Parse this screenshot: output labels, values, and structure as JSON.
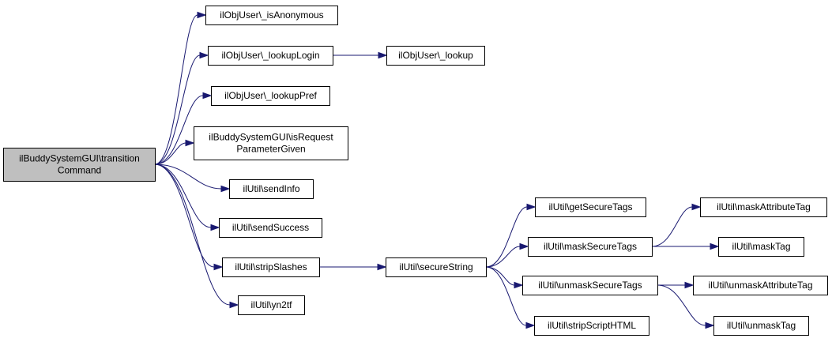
{
  "graph": {
    "edge_color": "#191970",
    "root_fill": "#bfbfbf",
    "nodes": [
      {
        "id": "root",
        "lines": [
          "ilBuddySystemGUI\\transition",
          "Command"
        ],
        "root": true
      },
      {
        "id": "isAnonymous",
        "lines": [
          "ilObjUser\\_isAnonymous"
        ]
      },
      {
        "id": "lookupLogin",
        "lines": [
          "ilObjUser\\_lookupLogin"
        ]
      },
      {
        "id": "lookup",
        "lines": [
          "ilObjUser\\_lookup"
        ]
      },
      {
        "id": "lookupPref",
        "lines": [
          "ilObjUser\\_lookupPref"
        ]
      },
      {
        "id": "isRequestParameterGiven",
        "lines": [
          "ilBuddySystemGUI\\isRequest",
          "ParameterGiven"
        ]
      },
      {
        "id": "sendInfo",
        "lines": [
          "ilUtil\\sendInfo"
        ]
      },
      {
        "id": "sendSuccess",
        "lines": [
          "ilUtil\\sendSuccess"
        ]
      },
      {
        "id": "stripSlashes",
        "lines": [
          "ilUtil\\stripSlashes"
        ]
      },
      {
        "id": "yn2tf",
        "lines": [
          "ilUtil\\yn2tf"
        ]
      },
      {
        "id": "secureString",
        "lines": [
          "ilUtil\\secureString"
        ]
      },
      {
        "id": "getSecureTags",
        "lines": [
          "ilUtil\\getSecureTags"
        ]
      },
      {
        "id": "maskSecureTags",
        "lines": [
          "ilUtil\\maskSecureTags"
        ]
      },
      {
        "id": "unmaskSecureTags",
        "lines": [
          "ilUtil\\unmaskSecureTags"
        ]
      },
      {
        "id": "stripScriptHTML",
        "lines": [
          "ilUtil\\stripScriptHTML"
        ]
      },
      {
        "id": "maskAttributeTag",
        "lines": [
          "ilUtil\\maskAttributeTag"
        ]
      },
      {
        "id": "maskTag",
        "lines": [
          "ilUtil\\maskTag"
        ]
      },
      {
        "id": "unmaskAttributeTag",
        "lines": [
          "ilUtil\\unmaskAttributeTag"
        ]
      },
      {
        "id": "unmaskTag",
        "lines": [
          "ilUtil\\unmaskTag"
        ]
      }
    ],
    "edges": [
      {
        "from": "root",
        "to": "isAnonymous"
      },
      {
        "from": "root",
        "to": "lookupLogin"
      },
      {
        "from": "root",
        "to": "lookupPref"
      },
      {
        "from": "root",
        "to": "isRequestParameterGiven"
      },
      {
        "from": "root",
        "to": "sendInfo"
      },
      {
        "from": "root",
        "to": "sendSuccess"
      },
      {
        "from": "root",
        "to": "stripSlashes"
      },
      {
        "from": "root",
        "to": "yn2tf"
      },
      {
        "from": "lookupLogin",
        "to": "lookup"
      },
      {
        "from": "stripSlashes",
        "to": "secureString"
      },
      {
        "from": "secureString",
        "to": "getSecureTags"
      },
      {
        "from": "secureString",
        "to": "maskSecureTags"
      },
      {
        "from": "secureString",
        "to": "unmaskSecureTags"
      },
      {
        "from": "secureString",
        "to": "stripScriptHTML"
      },
      {
        "from": "maskSecureTags",
        "to": "maskAttributeTag"
      },
      {
        "from": "maskSecureTags",
        "to": "maskTag"
      },
      {
        "from": "unmaskSecureTags",
        "to": "unmaskAttributeTag"
      },
      {
        "from": "unmaskSecureTags",
        "to": "unmaskTag"
      }
    ]
  }
}
